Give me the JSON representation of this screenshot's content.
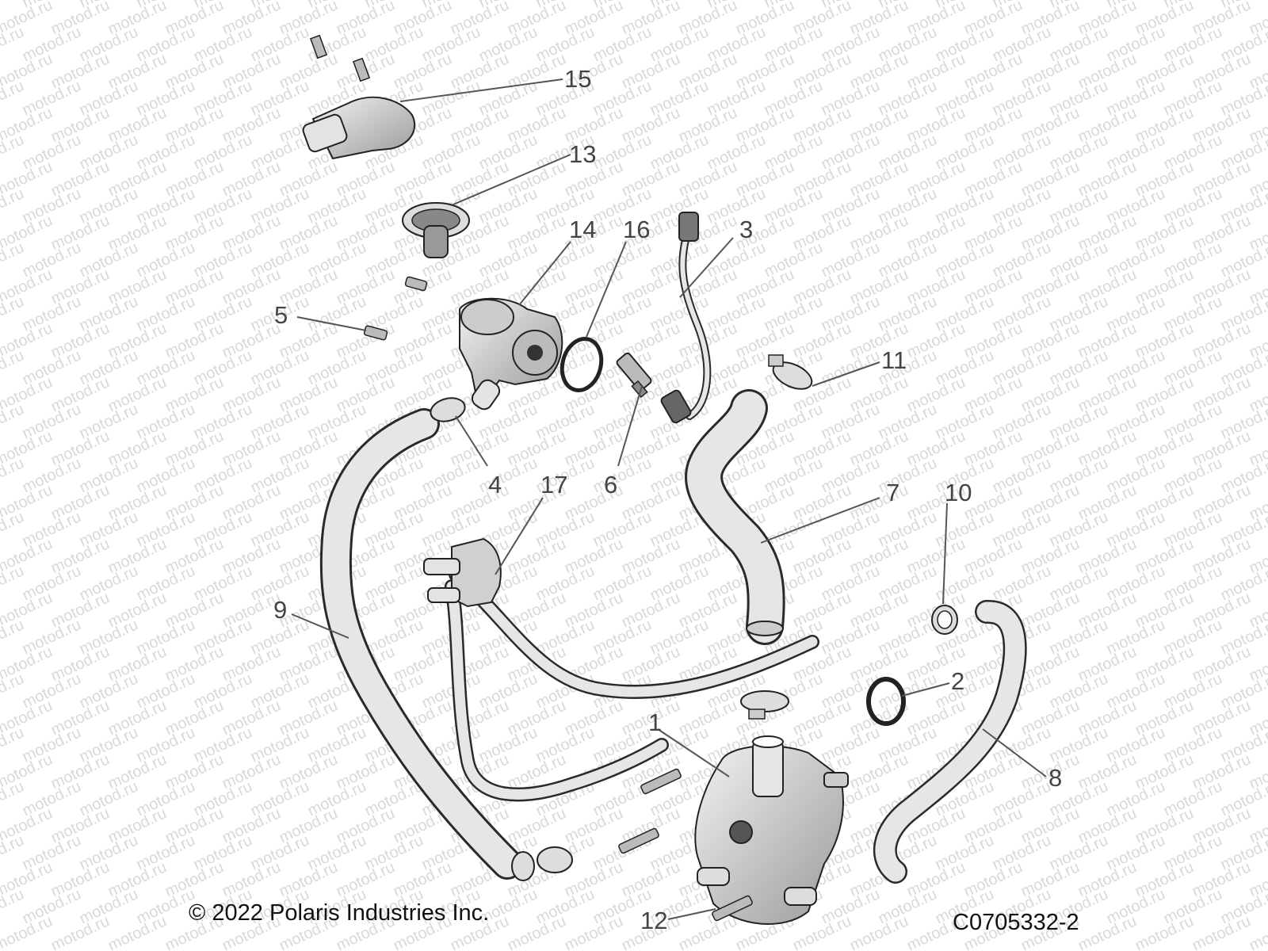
{
  "watermark": {
    "text": "motod.ru"
  },
  "callouts": [
    {
      "id": "1",
      "label": "1"
    },
    {
      "id": "2",
      "label": "2"
    },
    {
      "id": "3",
      "label": "3"
    },
    {
      "id": "4",
      "label": "4"
    },
    {
      "id": "5",
      "label": "5"
    },
    {
      "id": "6",
      "label": "6"
    },
    {
      "id": "7",
      "label": "7"
    },
    {
      "id": "8",
      "label": "8"
    },
    {
      "id": "9",
      "label": "9"
    },
    {
      "id": "10",
      "label": "10"
    },
    {
      "id": "11",
      "label": "11"
    },
    {
      "id": "12",
      "label": "12"
    },
    {
      "id": "13",
      "label": "13"
    },
    {
      "id": "14",
      "label": "14"
    },
    {
      "id": "15",
      "label": "15"
    },
    {
      "id": "16",
      "label": "16"
    },
    {
      "id": "17",
      "label": "17"
    }
  ],
  "footer": {
    "copyright": "© 2022 Polaris Industries Inc.",
    "part_code": "C0705332-2"
  }
}
